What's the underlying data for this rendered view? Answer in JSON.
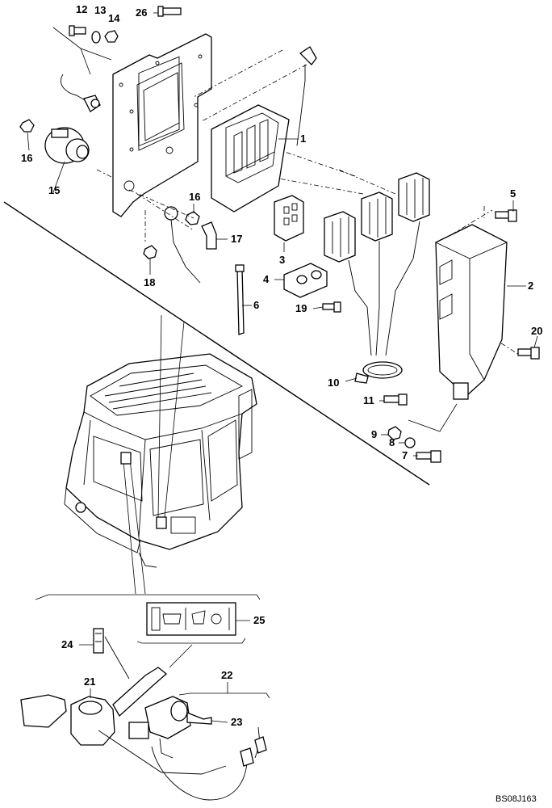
{
  "callouts": [
    {
      "id": "c1",
      "text": "1"
    },
    {
      "id": "c2",
      "text": "2"
    },
    {
      "id": "c3",
      "text": "3"
    },
    {
      "id": "c4",
      "text": "4"
    },
    {
      "id": "c5",
      "text": "5"
    },
    {
      "id": "c6",
      "text": "6"
    },
    {
      "id": "c7",
      "text": "7"
    },
    {
      "id": "c8",
      "text": "8"
    },
    {
      "id": "c9",
      "text": "9"
    },
    {
      "id": "c10",
      "text": "10"
    },
    {
      "id": "c11",
      "text": "11"
    },
    {
      "id": "c12",
      "text": "12"
    },
    {
      "id": "c13",
      "text": "13"
    },
    {
      "id": "c14",
      "text": "14"
    },
    {
      "id": "c15",
      "text": "15"
    },
    {
      "id": "c16a",
      "text": "16"
    },
    {
      "id": "c16b",
      "text": "16"
    },
    {
      "id": "c17",
      "text": "17"
    },
    {
      "id": "c18",
      "text": "18"
    },
    {
      "id": "c19",
      "text": "19"
    },
    {
      "id": "c20",
      "text": "20"
    },
    {
      "id": "c21",
      "text": "21"
    },
    {
      "id": "c22",
      "text": "22"
    },
    {
      "id": "c23",
      "text": "23"
    },
    {
      "id": "c24",
      "text": "24"
    },
    {
      "id": "c25",
      "text": "25"
    },
    {
      "id": "c26",
      "text": "26"
    }
  ],
  "reference_code": "BS08J163",
  "colors": {
    "ink": "#000000",
    "paper": "#ffffff"
  }
}
